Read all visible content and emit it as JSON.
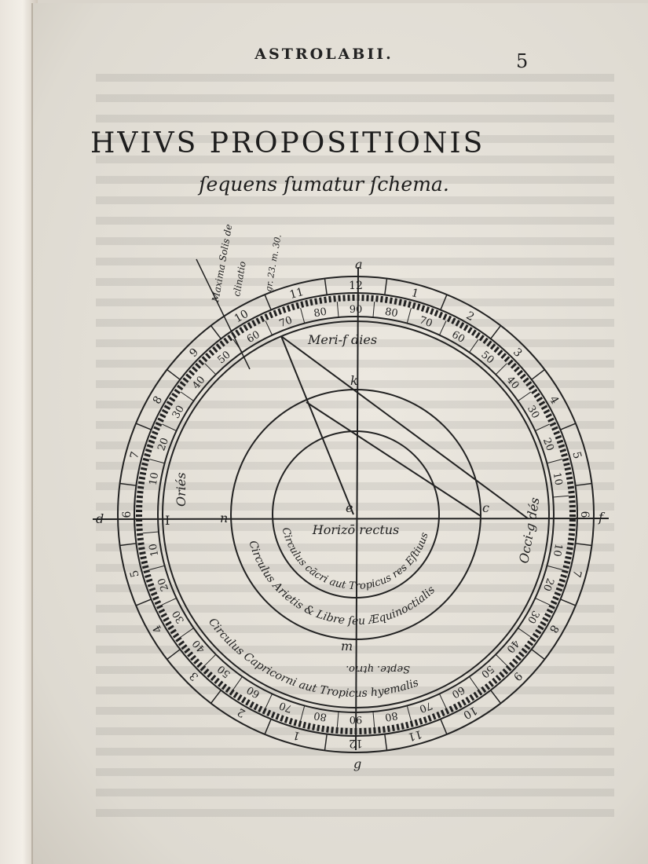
{
  "running_head": "ASTROLABII.",
  "page_number": "5",
  "title": "HVIVS PROPOSITIONIS",
  "subtitle": "ſequens ſumatur ſchema.",
  "diagram": {
    "points": {
      "a": "a",
      "k": "k",
      "e": "e",
      "c": "c",
      "n": "n",
      "m": "m",
      "f": "f",
      "d": "d",
      "g": "g",
      "i": "I"
    },
    "labels": {
      "meridies": "Meri-f dies",
      "oriens": "Oriés",
      "occidens": "Occi-g dés",
      "horizon": "Horizō rectus",
      "cancer": "Circulus cācri aut Tropicus res Eſtiuus",
      "aries": "Circulus Arietis & Libre ſeu Æquinoctialis",
      "capricorn": "Circulus Capricorni aut Tropicus hyemalis",
      "septentrio": "Septe. ɥtrio.",
      "maxima": "Maxima Solis de",
      "clinatio": "clinatio",
      "gradus": "gr. 23. m. 30."
    },
    "hours": [
      "12",
      "1",
      "2",
      "3",
      "4",
      "5",
      "6",
      "7",
      "8",
      "9",
      "10",
      "11",
      "12",
      "1",
      "2",
      "3",
      "4",
      "5",
      "6",
      "7",
      "8",
      "9",
      "10",
      "11"
    ],
    "degrees": [
      "90",
      "80",
      "70",
      "60",
      "50",
      "40",
      "30",
      "20",
      "10"
    ]
  }
}
